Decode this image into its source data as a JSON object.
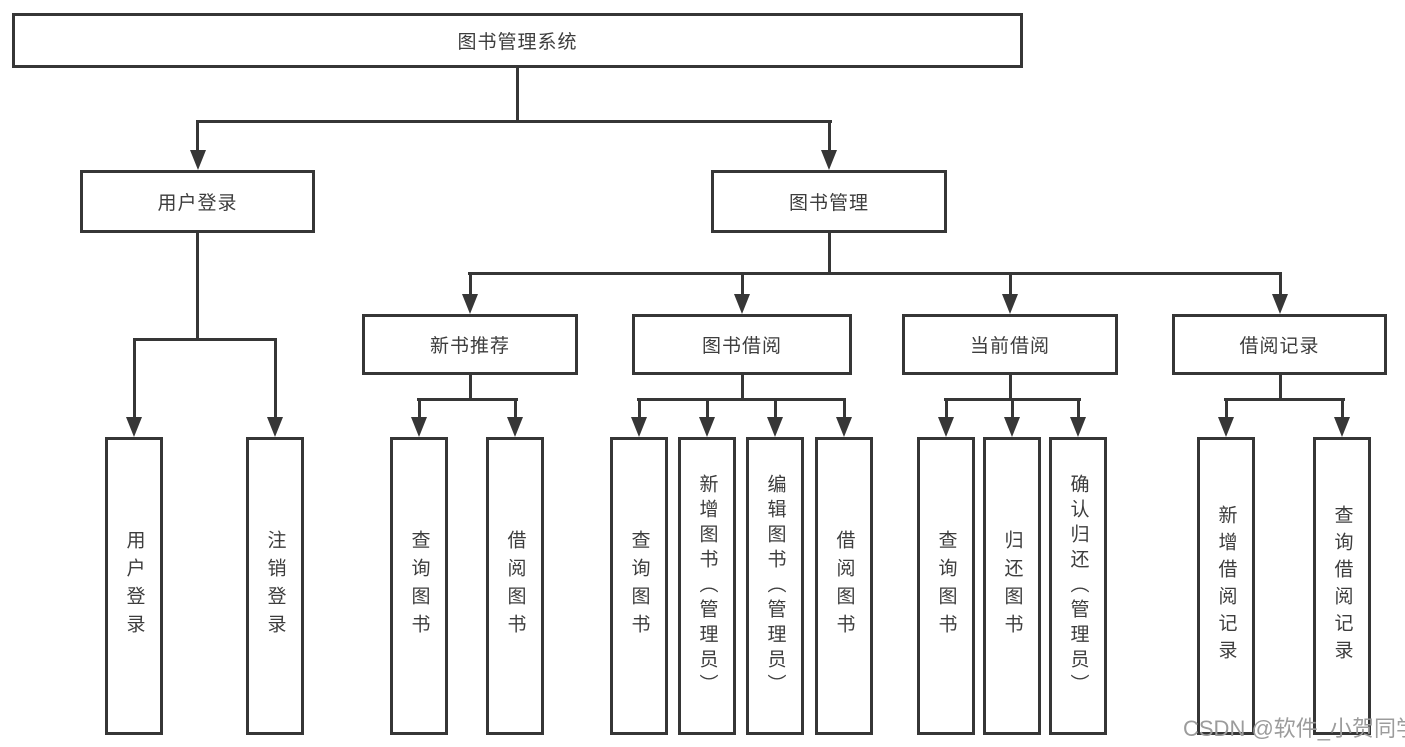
{
  "colors": {
    "line": "#363636",
    "text": "#3d3d3d",
    "watermark": "#9c9c9c",
    "background": "#ffffff"
  },
  "tree": {
    "root": {
      "label": "图书管理系统"
    },
    "branches": [
      {
        "label": "用户登录",
        "children": [
          {
            "label": "用户登录"
          },
          {
            "label": "注销登录"
          }
        ]
      },
      {
        "label": "图书管理",
        "children": [
          {
            "label": "新书推荐",
            "children": [
              {
                "label": "查询图书"
              },
              {
                "label": "借阅图书"
              }
            ]
          },
          {
            "label": "图书借阅",
            "children": [
              {
                "label": "查询图书"
              },
              {
                "label": "新增图书（管理员）"
              },
              {
                "label": "编辑图书（管理员）"
              },
              {
                "label": "借阅图书"
              }
            ]
          },
          {
            "label": "当前借阅",
            "children": [
              {
                "label": "查询图书"
              },
              {
                "label": "归还图书"
              },
              {
                "label": "确认归还（管理员）"
              }
            ]
          },
          {
            "label": "借阅记录",
            "children": [
              {
                "label": "新增借阅记录"
              },
              {
                "label": "查询借阅记录"
              }
            ]
          }
        ]
      }
    ]
  },
  "watermark": {
    "text": "CSDN @软件_小贺同学"
  }
}
